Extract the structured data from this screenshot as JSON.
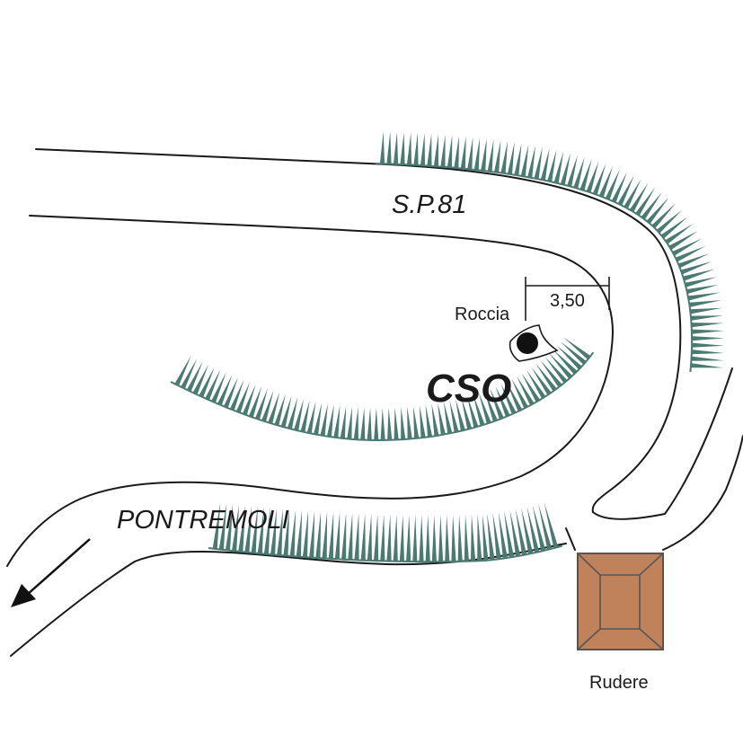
{
  "labels": {
    "road_sp81": "S.P.81",
    "road_pontremoli": "PONTREMOLI",
    "rock": "Roccia",
    "distance": "3,50",
    "site": "CSO",
    "ruin": "Rudere"
  },
  "colors": {
    "escarpment": "#4a7a72",
    "ruin_fill": "#c0825a",
    "ruin_stroke": "#555555",
    "road_line": "#1a1a1a"
  },
  "icons": {
    "direction_arrow": "arrow-down-left-icon",
    "rock_marker": "rock-dot-icon"
  }
}
